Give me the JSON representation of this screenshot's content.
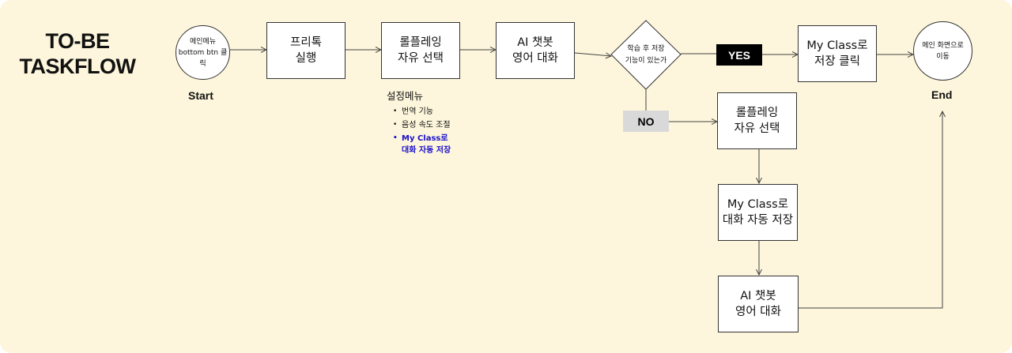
{
  "header": {
    "title_line1": "TO-BE",
    "title_line2": "TASKFLOW"
  },
  "nodes": {
    "start_circle": "메인메뉴\nbottom btn 클릭",
    "run_freetalk": "프리톡\n실행",
    "roleplay_select_1": "롤플레잉\n자유 선택",
    "ai_chat_1": "AI 챗봇\n영어 대화",
    "decision": "학습 후 저장\n기능이 있는가",
    "save_to_myclass": "My Class로\n저장 클릭",
    "end_circle": "메인 화면으로\n이동",
    "roleplay_select_2": "롤플레잉\n자유 선택",
    "auto_save": "My Class로\n대화 자동 저장",
    "ai_chat_2": "AI 챗봇\n영어 대화"
  },
  "labels": {
    "start": "Start",
    "end": "End",
    "yes": "YES",
    "no": "NO"
  },
  "settings_menu": {
    "title": "설정메뉴",
    "items": [
      "번역 기능",
      "음성 속도 조절",
      "My Class로\n대화 자동 저장"
    ],
    "highlight_color": "#1a0fcc"
  },
  "colors": {
    "background": "#fdf6dc",
    "yes_tag_bg": "#000000",
    "yes_tag_text": "#ffffff",
    "no_tag_bg": "#d9d9d9",
    "no_tag_text": "#000000",
    "node_border": "#333333",
    "edge": "#444444"
  }
}
